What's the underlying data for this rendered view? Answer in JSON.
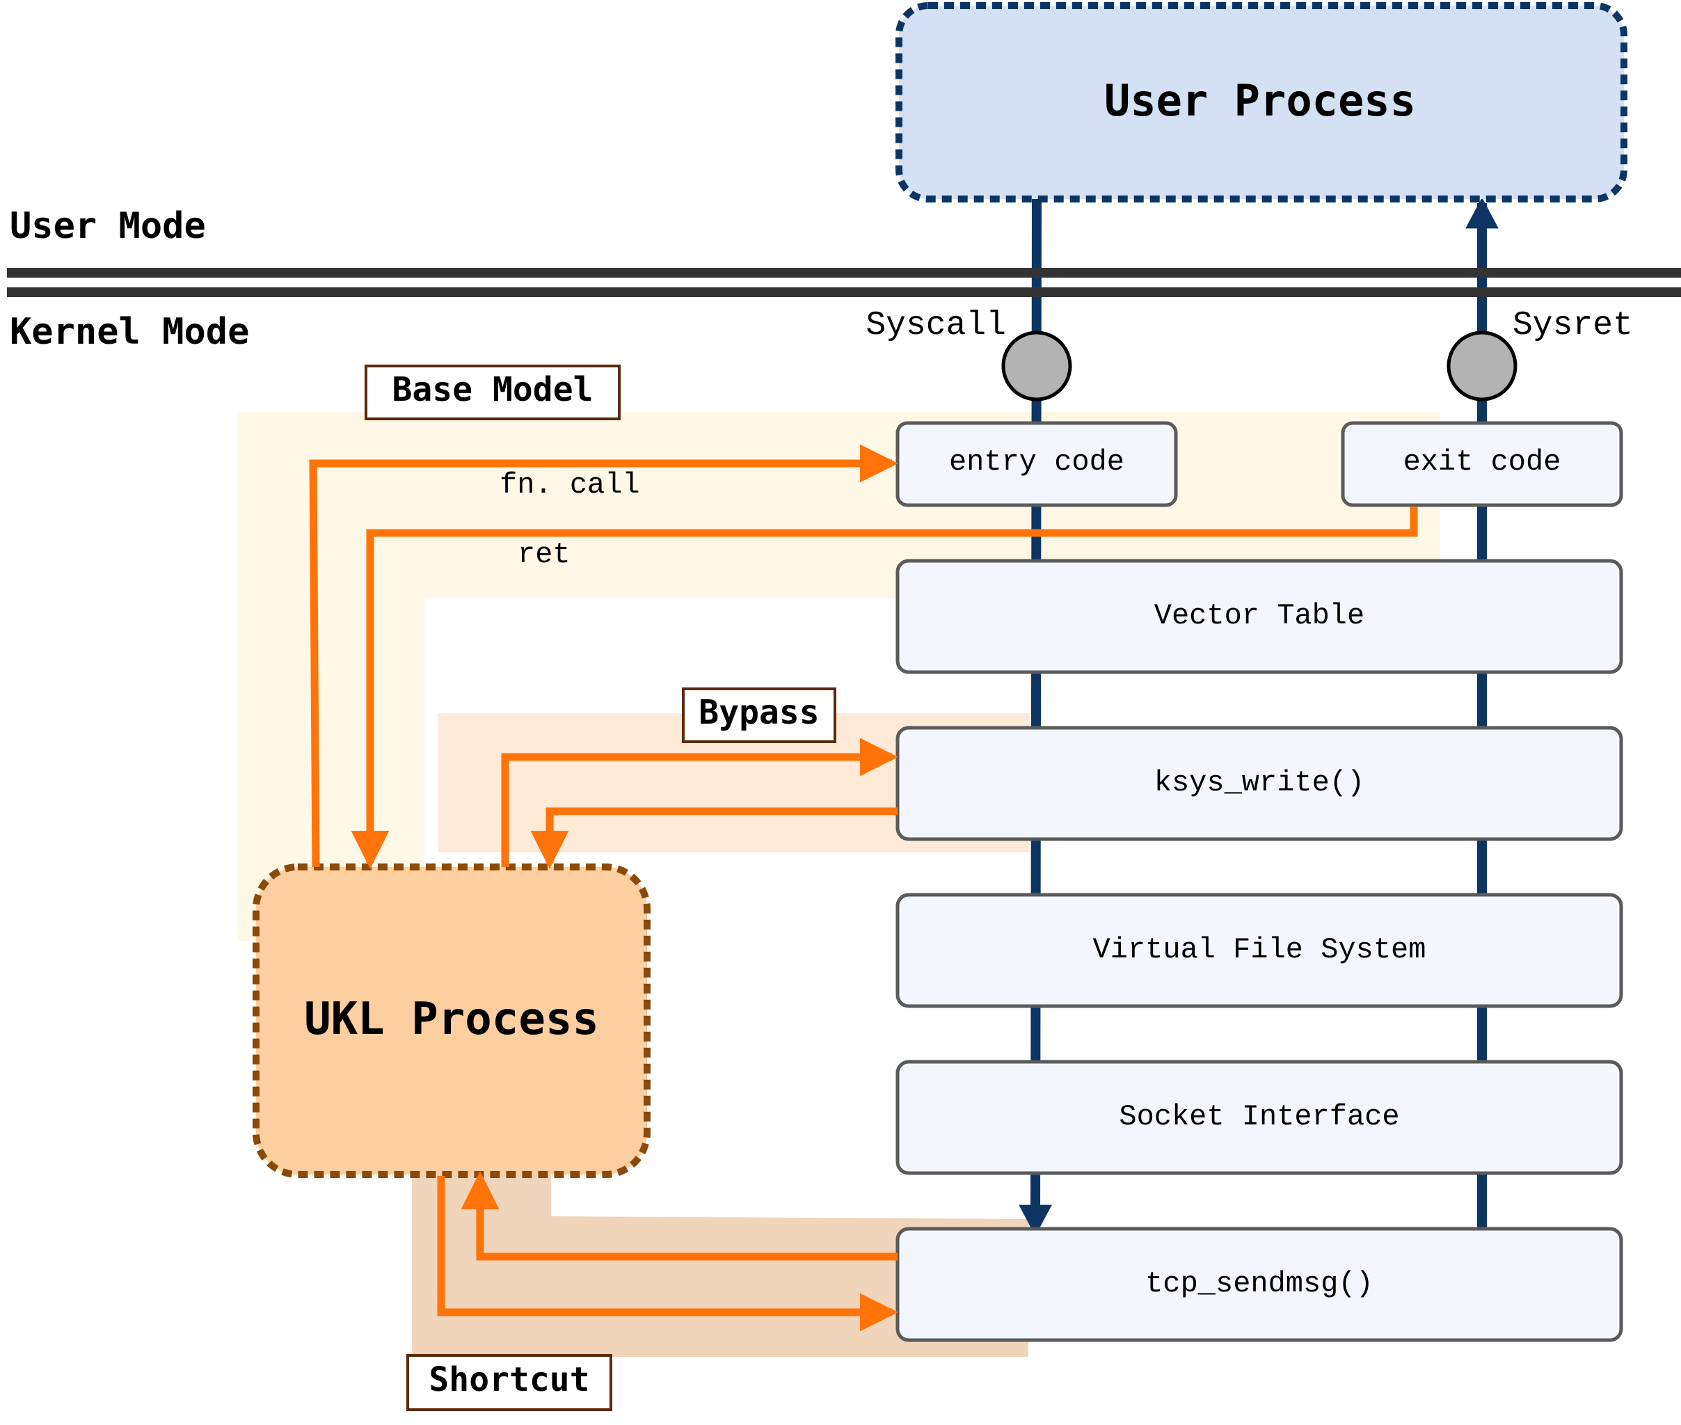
{
  "modes": {
    "user": "User Mode",
    "kernel": "Kernel Mode"
  },
  "user_process": {
    "label": "User Process"
  },
  "ukl_process": {
    "label": "UKL Process"
  },
  "transitions": {
    "syscall": "Syscall",
    "sysret": "Sysret"
  },
  "layers": {
    "entry_code": "entry code",
    "exit_code": "exit code",
    "vector_table": "Vector Table",
    "ksys_write": "ksys_write()",
    "vfs": "Virtual File System",
    "socket": "Socket Interface",
    "tcp": "tcp_sendmsg()"
  },
  "paths": {
    "base_model": "Base Model",
    "bypass": "Bypass",
    "shortcut": "Shortcut",
    "fn_call": "fn. call",
    "ret": "ret"
  },
  "colors": {
    "user_fill": "#d4e1f4",
    "user_border": "#0c3563",
    "ukl_fill": "#fccea0",
    "ukl_border": "#8a4a0a",
    "arrow_orange": "#ff7308",
    "arrow_navy": "#0c3563",
    "base_band": "#fff8e6",
    "bypass_band": "#feead6",
    "shortcut_band": "#f0d5bb",
    "box_fill": "#f3f7fd",
    "box_border": "#5a5a5a",
    "tag_border": "#5b2a0a",
    "circle_fill": "#b3b3b3"
  }
}
